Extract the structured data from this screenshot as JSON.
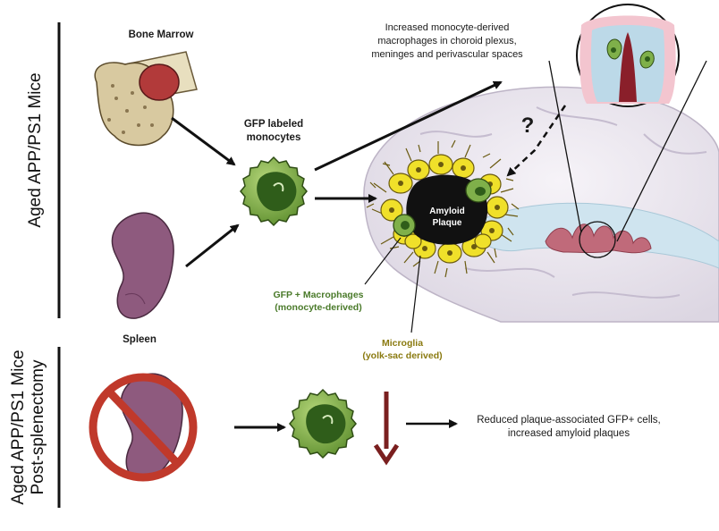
{
  "side_labels": {
    "top": "Aged APP/PS1 Mice",
    "bottom_line1": "Aged APP/PS1 Mice",
    "bottom_line2": "Post-splenectomy"
  },
  "labels": {
    "bone_marrow": "Bone Marrow",
    "gfp_line1": "GFP labeled",
    "gfp_line2": "monocytes",
    "spleen": "Spleen",
    "increased_line1": "Increased monocyte-derived",
    "increased_line2": "macrophages in choroid plexus,",
    "increased_line3": "meninges and perivascular spaces",
    "plaque_line1": "Amyloid",
    "plaque_line2": "Plaque",
    "question": "?",
    "macrophage_line1": "GFP + Macrophages",
    "macrophage_line2": "(monocyte-derived)",
    "microglia_line1": "Microglia",
    "microglia_line2": "(yolk-sac derived)",
    "reduced_line1": "Reduced plaque-associated GFP+ cells,",
    "reduced_line2": "increased amyloid plaques"
  },
  "colors": {
    "macrophage_text": "#4a7a2a",
    "microglia_text": "#8a7a10",
    "no_symbol": "#c0392b",
    "down_arrow": "#7a1f1f",
    "spleen": "#8e5a7e",
    "gfp_cell": "#7fb04a",
    "brain": "#ece8f0",
    "ventricle": "#cfe4ef"
  }
}
